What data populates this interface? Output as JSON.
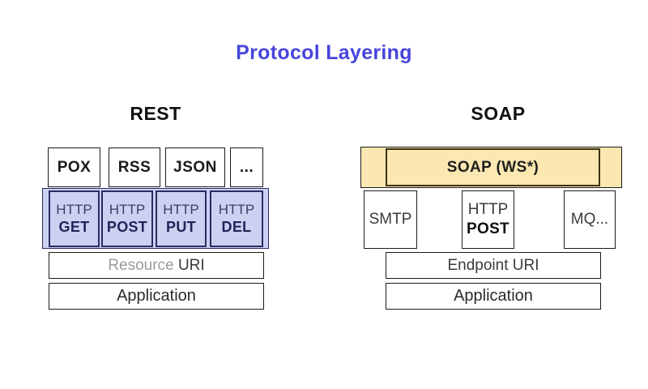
{
  "title": "Protocol Layering",
  "colors": {
    "title_blue": "#4745DC",
    "ink": "#1b1b1b",
    "lavender_fill": "#CDD1F1",
    "navy_border": "#2B2B66",
    "navy_text": "#3B3B6B",
    "navy_text_bold": "#23235A",
    "yellow_fill": "#FBE7B1",
    "olive_border": "#3A3312",
    "gray_text": "#9B9B9B",
    "dark_text": "#3A3A3A"
  },
  "rest": {
    "heading": "REST",
    "formats": [
      "POX",
      "RSS",
      "JSON",
      "..."
    ],
    "http_methods": [
      {
        "line1": "HTTP",
        "line2": "GET"
      },
      {
        "line1": "HTTP",
        "line2": "POST"
      },
      {
        "line1": "HTTP",
        "line2": "PUT"
      },
      {
        "line1": "HTTP",
        "line2": "DEL"
      }
    ],
    "uri_layer": {
      "prefix": "Resource",
      "suffix": "URI"
    },
    "application_layer": "Application"
  },
  "soap": {
    "heading": "SOAP",
    "envelope": "SOAP (WS*)",
    "transports": [
      {
        "label": "SMTP"
      },
      {
        "label": "HTTP",
        "label2": "POST"
      },
      {
        "label": "MQ..."
      }
    ],
    "uri_layer": "Endpoint URI",
    "application_layer": "Application"
  }
}
